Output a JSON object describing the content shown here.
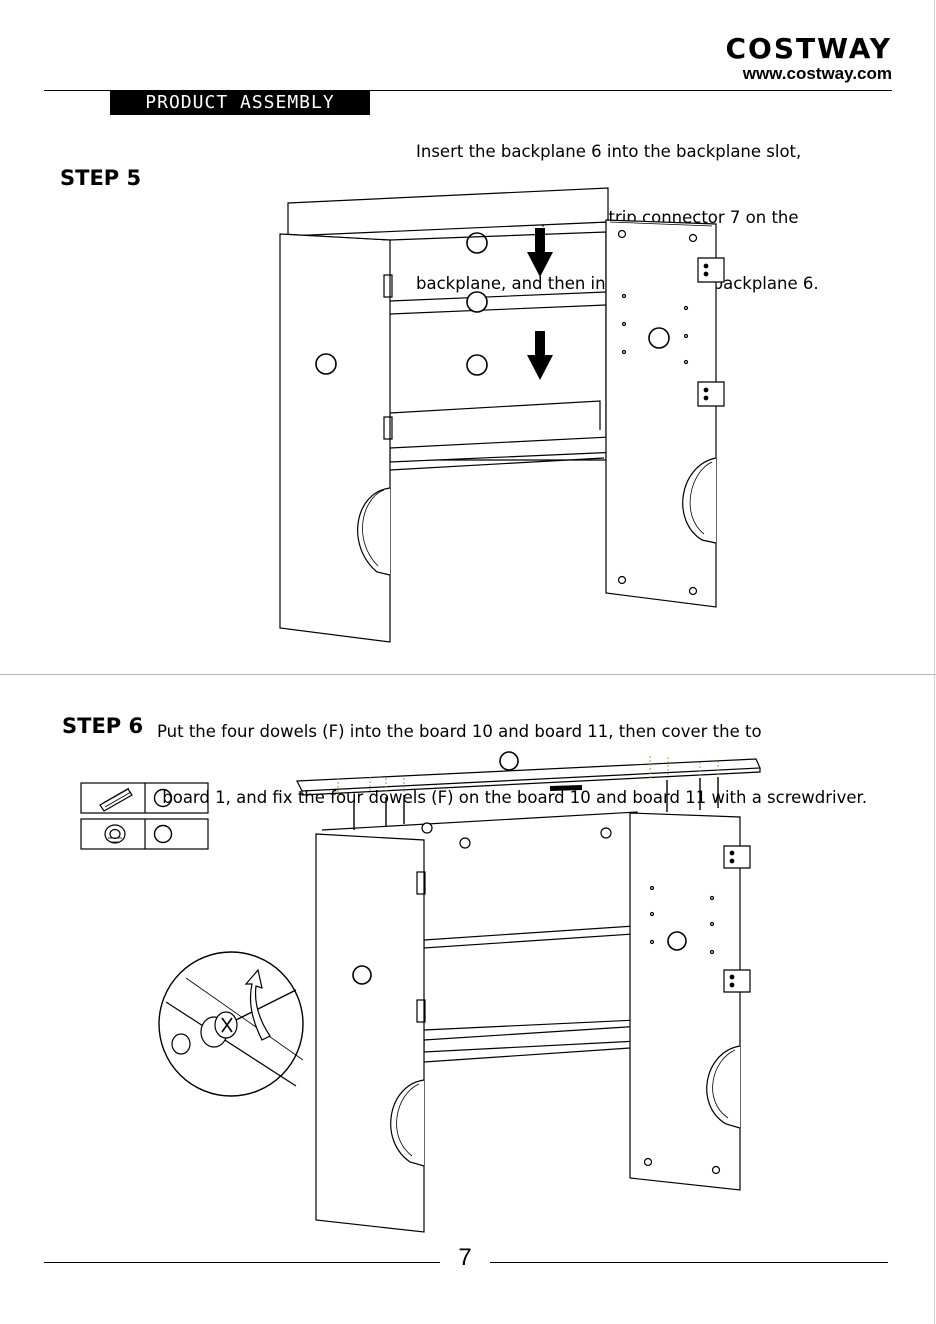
{
  "brand": {
    "name": "COSTWAY",
    "url": "www.costway.com"
  },
  "section_title": "PRODUCT ASSEMBLY",
  "step5": {
    "label": "STEP 5",
    "instructions": [
      "Insert the backplane 6 into the backplane slot,",
      "then place the plastic strip connector 7 on the",
      "backplane, and then insert another backplane 6."
    ]
  },
  "step6": {
    "label": "STEP 6",
    "instructions": [
      "Put the four dowels (F) into the board 10 and board 11, then cover the to",
      " board 1, and fix the four dowels (F) on the board 10 and board 11 with a screwdriver."
    ]
  },
  "page_number": "7"
}
